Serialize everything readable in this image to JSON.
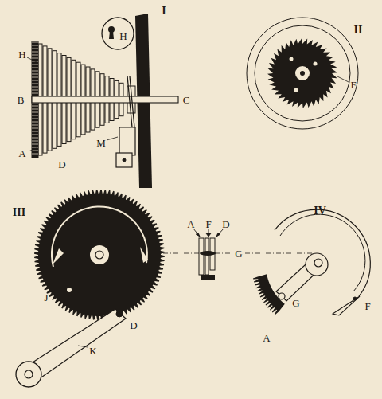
{
  "diagram": {
    "labels": [
      "I",
      "H",
      "H",
      "B",
      "A",
      "D",
      "M",
      "C",
      "II",
      "F",
      "III",
      "J",
      "D",
      "K",
      "A",
      "F",
      "D",
      "G",
      "IV",
      "G",
      "F",
      "A"
    ]
  }
}
